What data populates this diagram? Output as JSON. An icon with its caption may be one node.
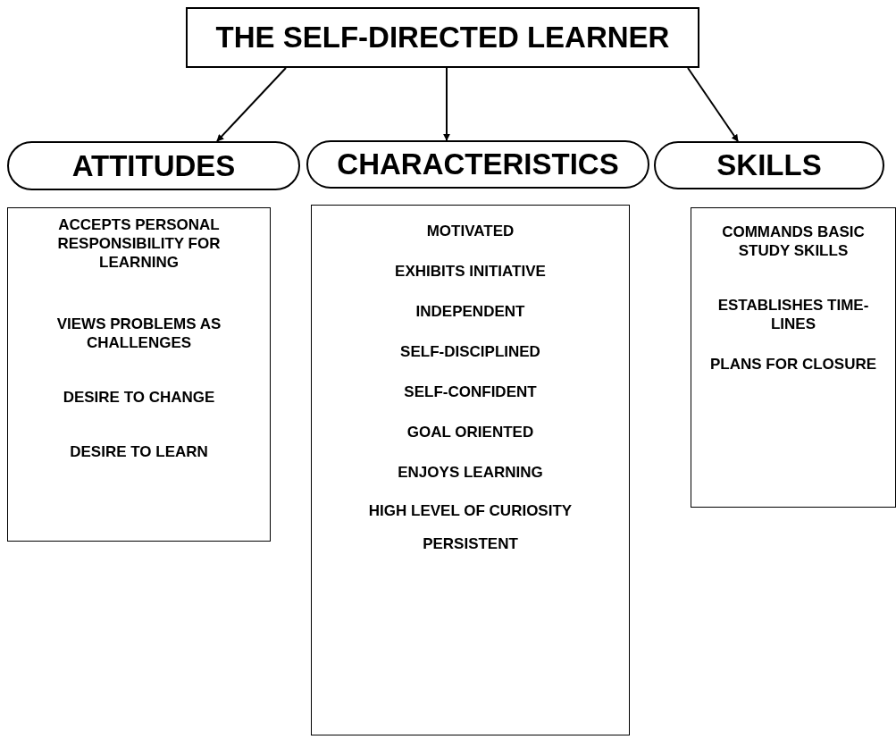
{
  "diagram": {
    "nodes": [
      {
        "text": [
          "THE SELF-DIRECTED LEARNER"
        ]
      },
      {
        "text": [
          "ATTITUDES"
        ]
      },
      {
        "text": [
          "CHARACTERISTICS"
        ]
      },
      {
        "text": [
          "SKILLS"
        ]
      },
      {
        "text": [
          "ACCEPTS PERSONAL RESPONSIBILITY FOR LEARNING",
          "VIEWS PROBLEMS AS CHALLENGES",
          "DESIRE TO CHANGE",
          "DESIRE TO LEARN"
        ]
      },
      {
        "text": [
          "MOTIVATED",
          "EXHIBITS INITIATIVE",
          "INDEPENDENT",
          "SELF-DISCIPLINED",
          "SELF-CONFIDENT",
          "GOAL ORIENTED",
          "ENJOYS LEARNING",
          "HIGH LEVEL OF CURIOSITY",
          "PERSISTENT"
        ]
      },
      {
        "text": [
          "COMMANDS BASIC STUDY SKILLS",
          "ESTABLISHES TIME-LINES",
          "PLANS FOR CLOSURE"
        ]
      }
    ],
    "edges": [
      {
        "from": 0,
        "to": 1,
        "arrow": "to"
      },
      {
        "from": 0,
        "to": 2,
        "arrow": "to"
      },
      {
        "from": 0,
        "to": 3,
        "arrow": "to"
      }
    ]
  }
}
